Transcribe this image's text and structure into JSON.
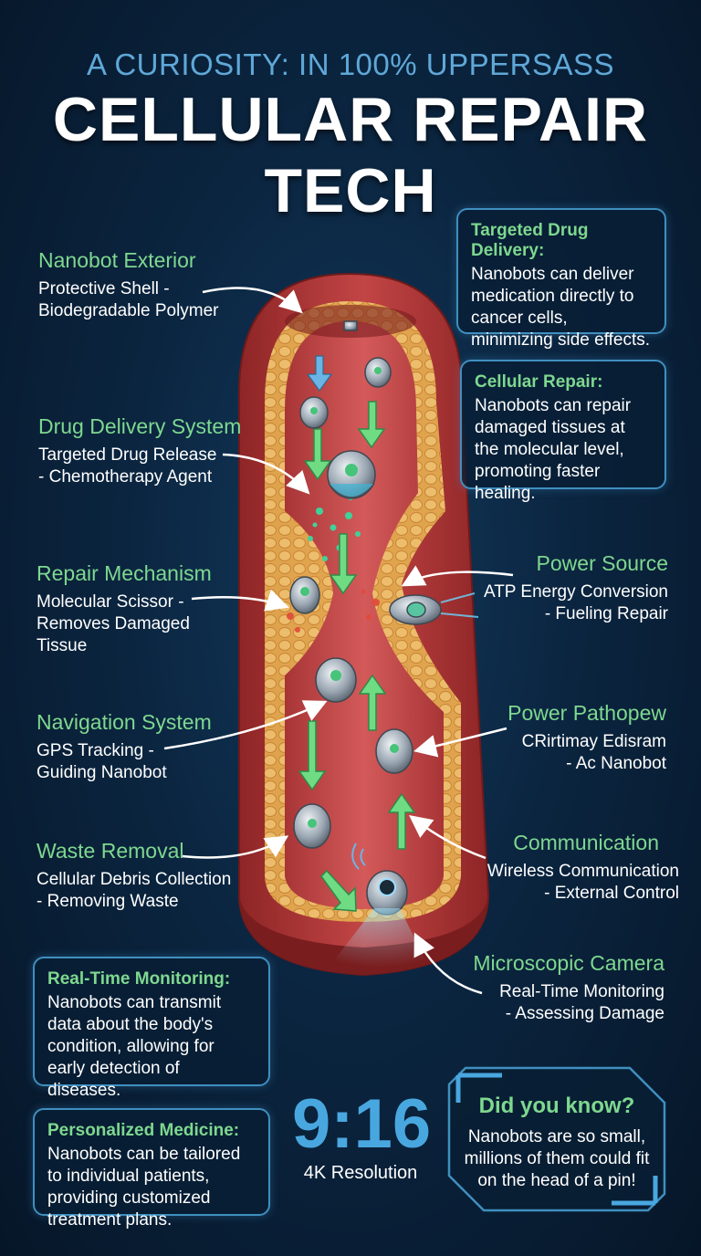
{
  "header": {
    "subtitle": "A CURIOSITY: IN 100% UPPERSASS",
    "title": "CELLULAR REPAIR TECH"
  },
  "left_labels": [
    {
      "heading": "Nanobot Exterior",
      "text": "Protective Shell -\nBiodegradable Polymer"
    },
    {
      "heading": "Drug Delivery System",
      "text": "Targeted Drug Release\n- Chemotherapy Agent"
    },
    {
      "heading": "Repair Mechanism",
      "text": "Molecular Scissor -\nRemoves Damaged\nTissue"
    },
    {
      "heading": "Navigation System",
      "text": "GPS Tracking -\nGuiding Nanobot"
    },
    {
      "heading": "Waste Removal",
      "text": "Cellular Debris Collection\n- Removing Waste"
    }
  ],
  "right_labels": [
    {
      "heading": "Power Source",
      "text": "ATP Energy Conversion\n- Fueling Repair"
    },
    {
      "heading": "Power Pathopew",
      "text": "CRirtimay Edisram\n- Ac Nanobot"
    },
    {
      "heading": "Communication",
      "text": "Wireless Communication\n- External Control"
    },
    {
      "heading": "Microscopic Camera",
      "text": "Real-Time Monitoring\n- Assessing Damage"
    }
  ],
  "info_cards": [
    {
      "heading": "Targeted Drug Delivery:",
      "text": "Nanobots can deliver medication directly to cancer cells, minimizing side effects."
    },
    {
      "heading": "Cellular Repair:",
      "text": "Nanobots can repair damaged tissues at the molecular level, promoting faster healing."
    },
    {
      "heading": "Real-Time Monitoring:",
      "text": "Nanobots can transmit data about the body's condition, allowing for early detection of diseases."
    },
    {
      "heading": "Personalized Medicine:",
      "text": "Nanobots can be tailored to individual patients, providing customized treatment plans."
    }
  ],
  "footer": {
    "ratio": "9:16",
    "resolution": "4K Resolution",
    "did_you_know_title": "Did you know?",
    "did_you_know_text": "Nanobots are so small, millions of them could fit on the head of a pin!"
  },
  "colors": {
    "background": "#0b2540",
    "heading_green": "#7ed88f",
    "subtitle_blue": "#5fa8d8",
    "card_border": "#3f8fbf",
    "vessel_wall": "#b23a3a",
    "vessel_lumen": "#c8494a",
    "fat_layer": "#e8b45a",
    "flow_arrow": "#6fdc84"
  }
}
